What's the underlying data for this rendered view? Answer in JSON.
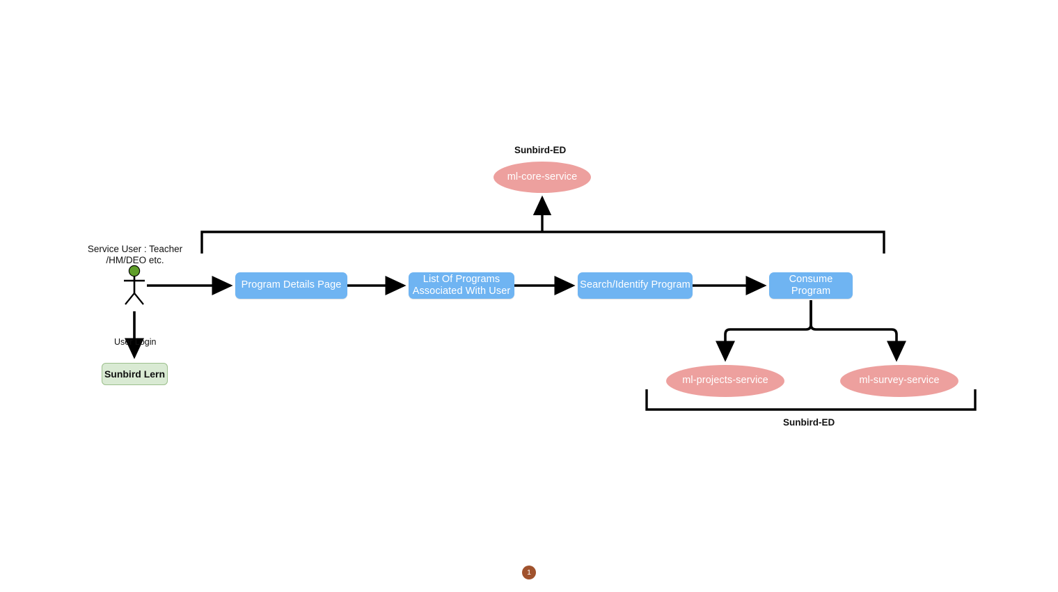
{
  "diagram": {
    "type": "flow-diagram",
    "title_top_group": "Sunbird-ED",
    "title_bottom_group": "Sunbird-ED"
  },
  "actor": {
    "name": "Service User : Teacher\n/HM/DEO etc.",
    "head_color": "#5f9e2a"
  },
  "nodes": {
    "ml_core_service": "ml-core-service",
    "program_details_page": "Program Details Page",
    "list_of_programs": "List Of Programs\nAssociated With User",
    "search_identify_program": "Search/Identify Program",
    "consume_program": "Consume Program",
    "ml_projects_service": "ml-projects-service",
    "ml_survey_service": "ml-survey-service",
    "sunbird_lern": "Sunbird Lern"
  },
  "edges": {
    "user_login": "User Login"
  },
  "footer": {
    "page_number": "1"
  },
  "colors": {
    "process_blue": "#6fb4f2",
    "service_pink": "#eda09e",
    "lern_green": "#d9ead3",
    "lern_green_border": "#9cbf8c",
    "actor_head_green": "#5f9e2a",
    "badge_brown": "#a0522d",
    "edge_black": "#000000",
    "text_white": "#ffffff",
    "text_black": "#111111"
  }
}
